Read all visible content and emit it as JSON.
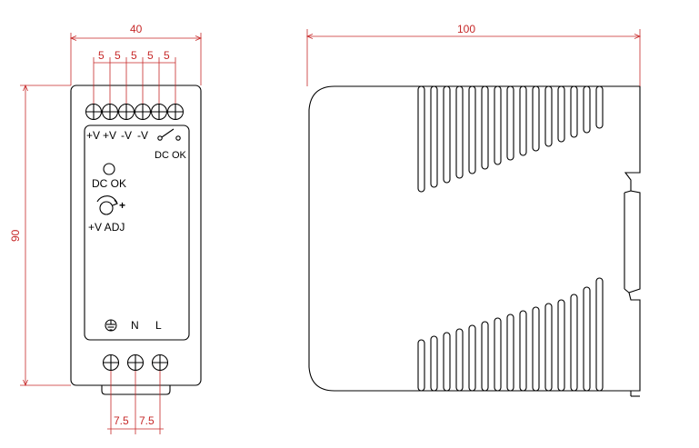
{
  "front_view": {
    "dimensions": {
      "width": "40",
      "height": "90",
      "output_pitch": [
        "5",
        "5",
        "5",
        "5",
        "5"
      ],
      "input_pitch": [
        "7.5",
        "7.5"
      ]
    },
    "output_terminal_labels": [
      "+V",
      "+V",
      "-V",
      "-V"
    ],
    "relay_label": "DC OK",
    "led_label": "DC OK",
    "adjust_label": "+V ADJ",
    "adjust_symbol": "+",
    "input_labels": [
      "N",
      "L"
    ],
    "ground_icon": "earth-ground-icon"
  },
  "side_view": {
    "dimensions": {
      "depth": "100"
    }
  },
  "colors": {
    "dimension": "#c62828",
    "outline": "#000000"
  }
}
